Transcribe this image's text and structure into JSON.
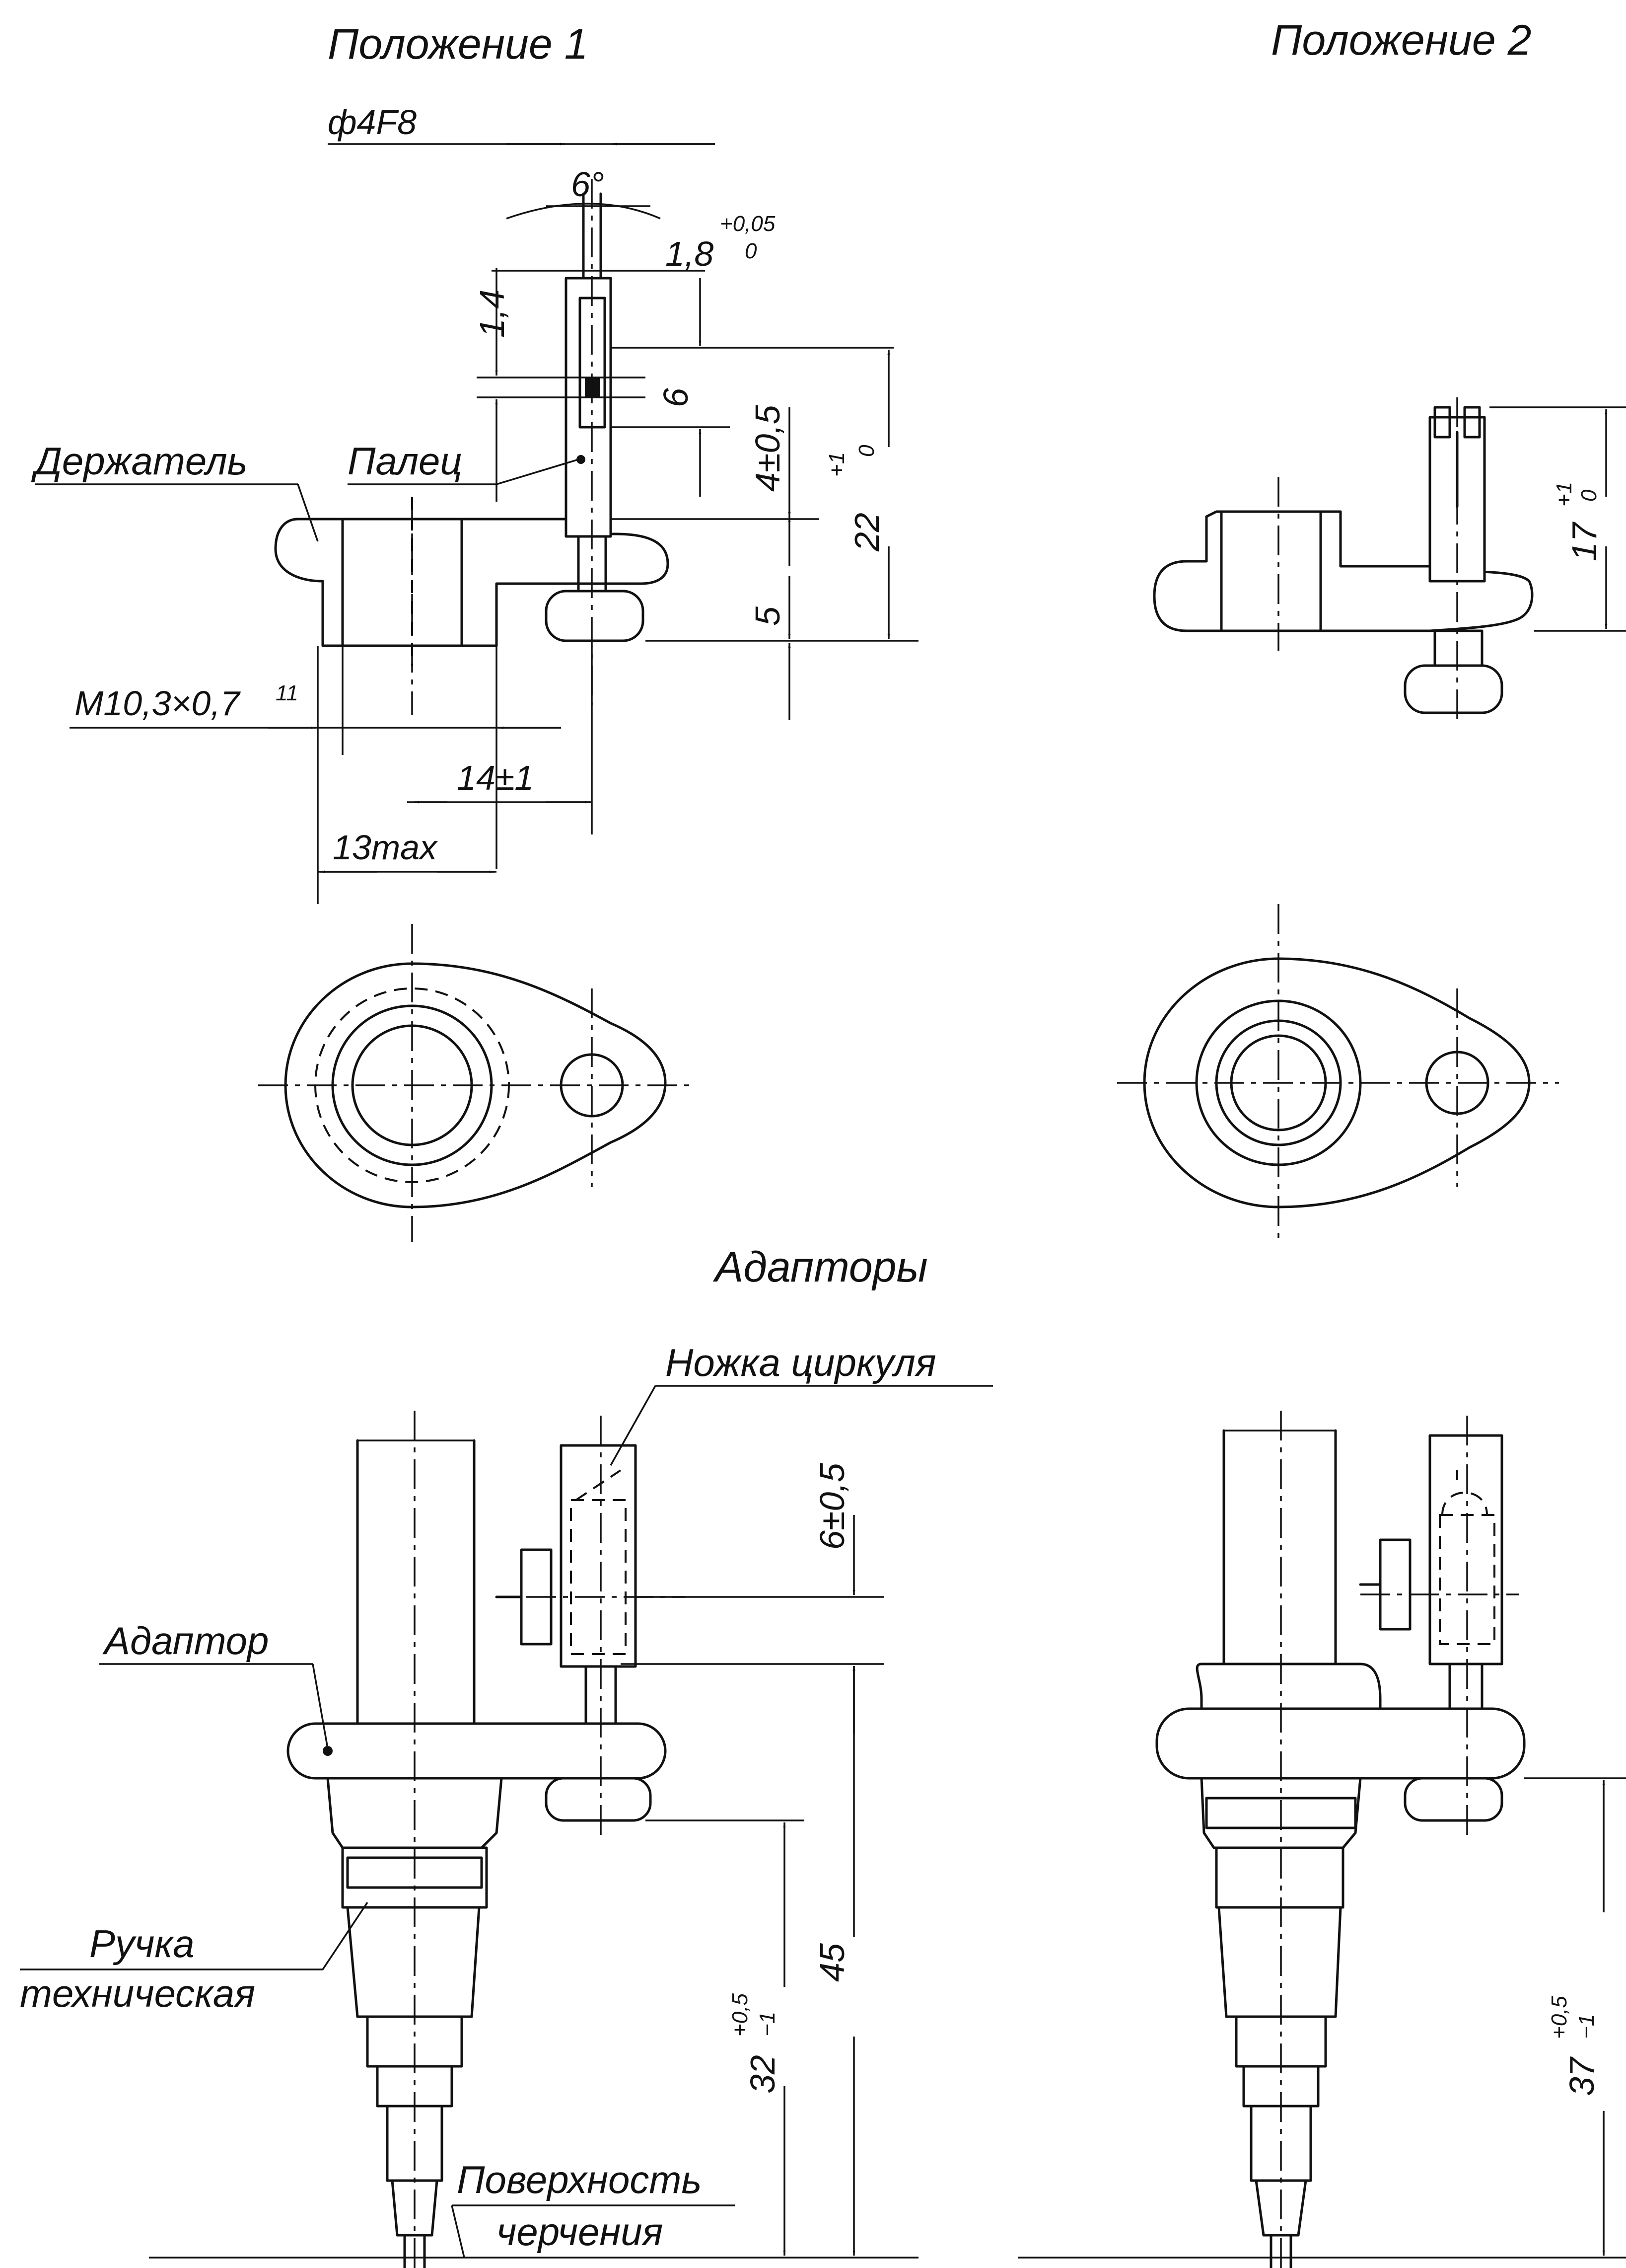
{
  "titles": {
    "position1": "Положение 1",
    "position2": "Положение 2",
    "adapters": "Адапторы"
  },
  "labels": {
    "holder": "Держатель",
    "pin": "Палец",
    "compass_leg": "Ножка циркуля",
    "adapter": "Адаптор",
    "handle_line1": "Ручка",
    "handle_line2": "техническая",
    "surface_line1": "Поверхность",
    "surface_line2": "черчения"
  },
  "dimensions": {
    "phi": "ф4F8",
    "angle": "6°",
    "d18_base": "1,8",
    "d18_upper": "+0,05",
    "d18_lower": "0",
    "d14": "1,4",
    "d6": "6",
    "d4": "4±0,5",
    "d22_base": "22",
    "d22_upper": "+1",
    "d22_lower": "0",
    "d5": "5",
    "thread": "M10,3×0,7",
    "thread_class": "11",
    "d14pm1": "14±1",
    "d13max": "13max",
    "d17_base": "17",
    "d17_upper": "+1",
    "d17_lower": "0",
    "d6pm": "6±0,5",
    "d32_base": "32",
    "d32_upper": "+0,5",
    "d32_lower": "−1",
    "d45": "45",
    "d37_base": "37",
    "d37_upper": "+0,5",
    "d37_lower": "−1"
  }
}
